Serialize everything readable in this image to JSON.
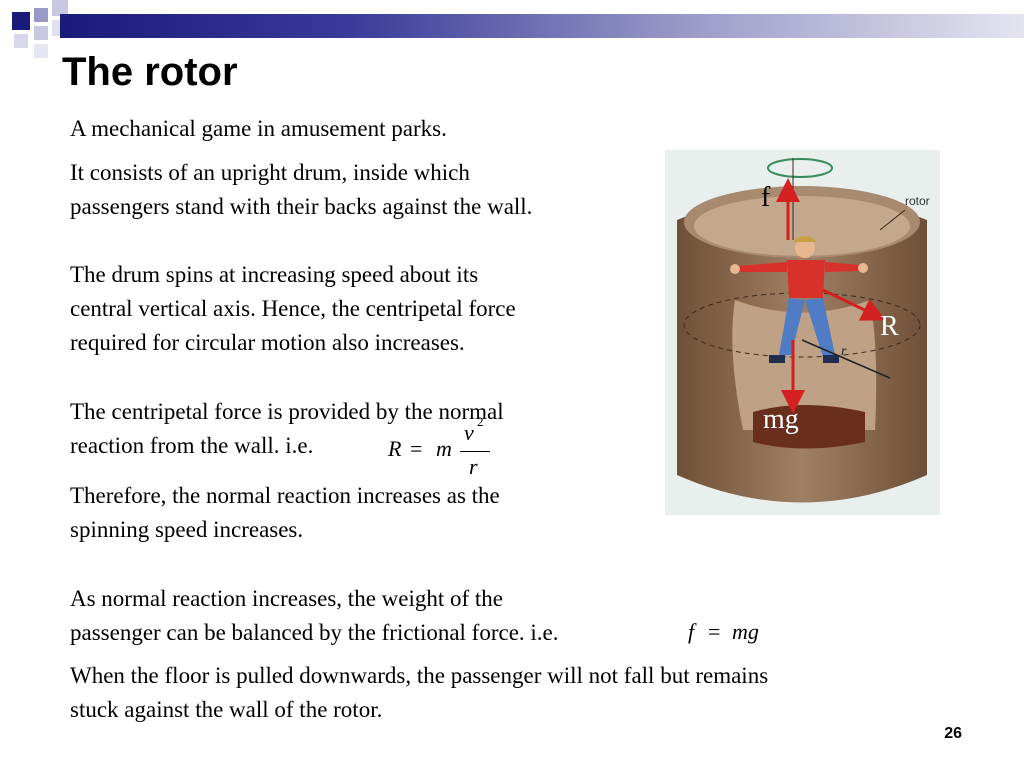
{
  "slide": {
    "title": "The rotor",
    "page_number": "26",
    "paragraphs": {
      "p1": "A mechanical game in amusement parks.",
      "p2_l1": "It consists of an upright drum, inside which",
      "p2_l2": "passengers stand with their backs against the wall.",
      "p3_l1": "The drum spins at increasing speed about its",
      "p3_l2": "central vertical axis. Hence, the centripetal force",
      "p3_l3": "required for circular motion also increases.",
      "p4_l1": "The centripetal force is provided by the normal",
      "p4_l2": "reaction from the wall. i.e.",
      "p5_l1": "Therefore, the normal reaction increases as the",
      "p5_l2": "spinning speed increases.",
      "p6_l1": "As normal reaction increases, the weight of the",
      "p6_l2": "passenger can be balanced by the frictional force. i.e.",
      "p7_l1": "When the floor is pulled downwards, the passenger will not fall but remains",
      "p7_l2": "stuck against the wall of the rotor."
    },
    "formula1": {
      "lhs": "R",
      "eq": "=",
      "m": "m",
      "num": "v",
      "exp": "2",
      "den": "r"
    },
    "formula2": {
      "lhs": "f",
      "eq": "=",
      "rhs": "mg"
    }
  },
  "figure": {
    "label_f": "f",
    "label_R": "R",
    "label_mg": "mg",
    "label_rotor": "rotor",
    "label_r": "r"
  },
  "colors": {
    "accent_dark": "#1a1a7a",
    "arrow_red": "#d42020",
    "drum_brown": "#8b6b4f",
    "shirt_red": "#d8302a",
    "jeans_blue": "#4f7cc4"
  }
}
